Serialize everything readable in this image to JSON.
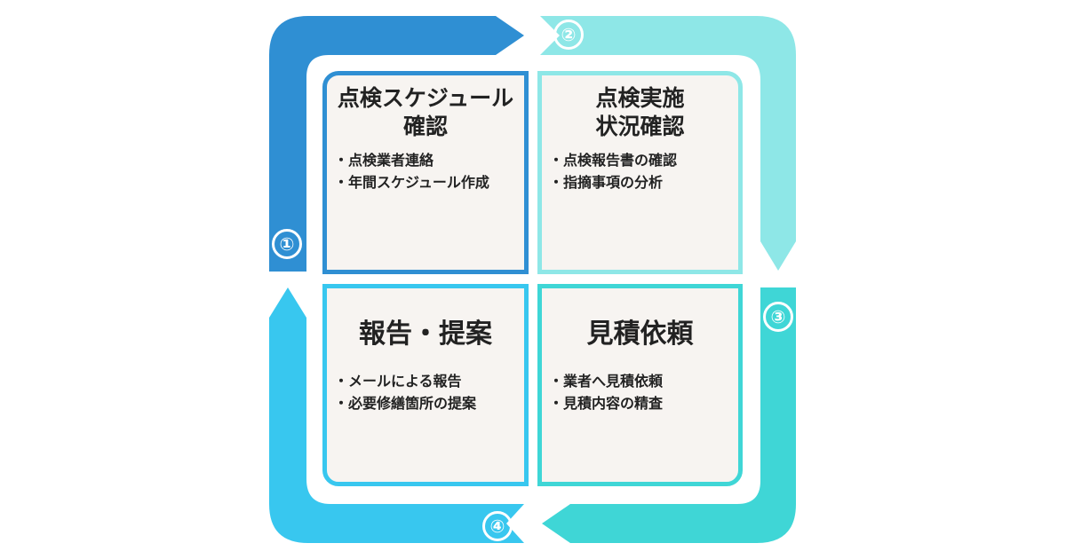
{
  "cycle": [
    {
      "step": "1",
      "title": "点検スケジュール確認",
      "title_lines": [
        "点検スケジュール",
        "確認"
      ],
      "items": [
        "点検業者連絡",
        "年間スケジュール作成"
      ],
      "color": "#2f8fd3"
    },
    {
      "step": "2",
      "title": "点検実施状況確認",
      "title_lines": [
        "点検実施",
        "状況確認"
      ],
      "items": [
        "点検報告書の確認",
        "指摘事項の分析"
      ],
      "color": "#8ee7e7"
    },
    {
      "step": "3",
      "title": "見積依頼",
      "title_lines": [
        "見積依頼"
      ],
      "items": [
        "業者へ見積依頼",
        "見積内容の精査"
      ],
      "color": "#3fd6d6"
    },
    {
      "step": "4",
      "title": "報告・提案",
      "title_lines": [
        "報告・提案"
      ],
      "items": [
        "メールによる報告",
        "必要修繕箇所の提案"
      ],
      "color": "#38c7ef"
    }
  ],
  "step_labels": [
    "①",
    "②",
    "③",
    "④"
  ],
  "background_box_color": "#f7f4f1"
}
